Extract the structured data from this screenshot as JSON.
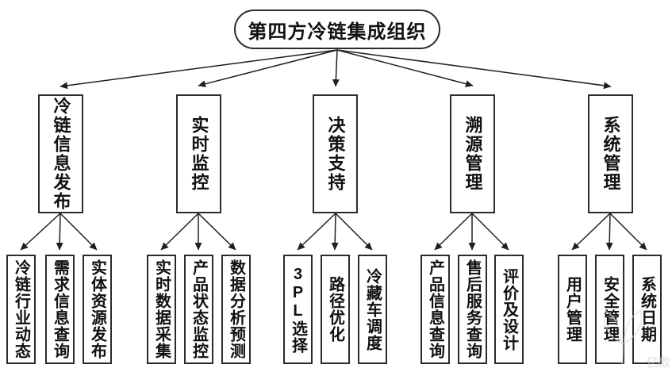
{
  "diagram_title": "第四方冷链集成组织",
  "root": {
    "label": "第四方冷链集成组织"
  },
  "branches": [
    {
      "label": "冷链信息发布",
      "children": [
        "冷链行业动态",
        "需求信息查询",
        "实体资源发布"
      ]
    },
    {
      "label": "实时监控",
      "children": [
        "实时数据采集",
        "产品状态监控",
        "数据分析预测"
      ]
    },
    {
      "label": "决策支持",
      "children": [
        "3PL选择",
        "路径优化",
        "冷藏车调度"
      ]
    },
    {
      "label": "溯源管理",
      "children": [
        "产品信息查询",
        "售后服务查询",
        "评价及设计"
      ]
    },
    {
      "label": "系统管理",
      "children": [
        "用户管理",
        "安全管理",
        "系统日期"
      ]
    }
  ],
  "watermark": {
    "text": "亿欧"
  },
  "colors": {
    "background": "#ffffff",
    "box_border": "#2b2b2b",
    "connector_line": "#1f1f1f",
    "text": "#111111",
    "watermark": "#d9d9d9"
  }
}
